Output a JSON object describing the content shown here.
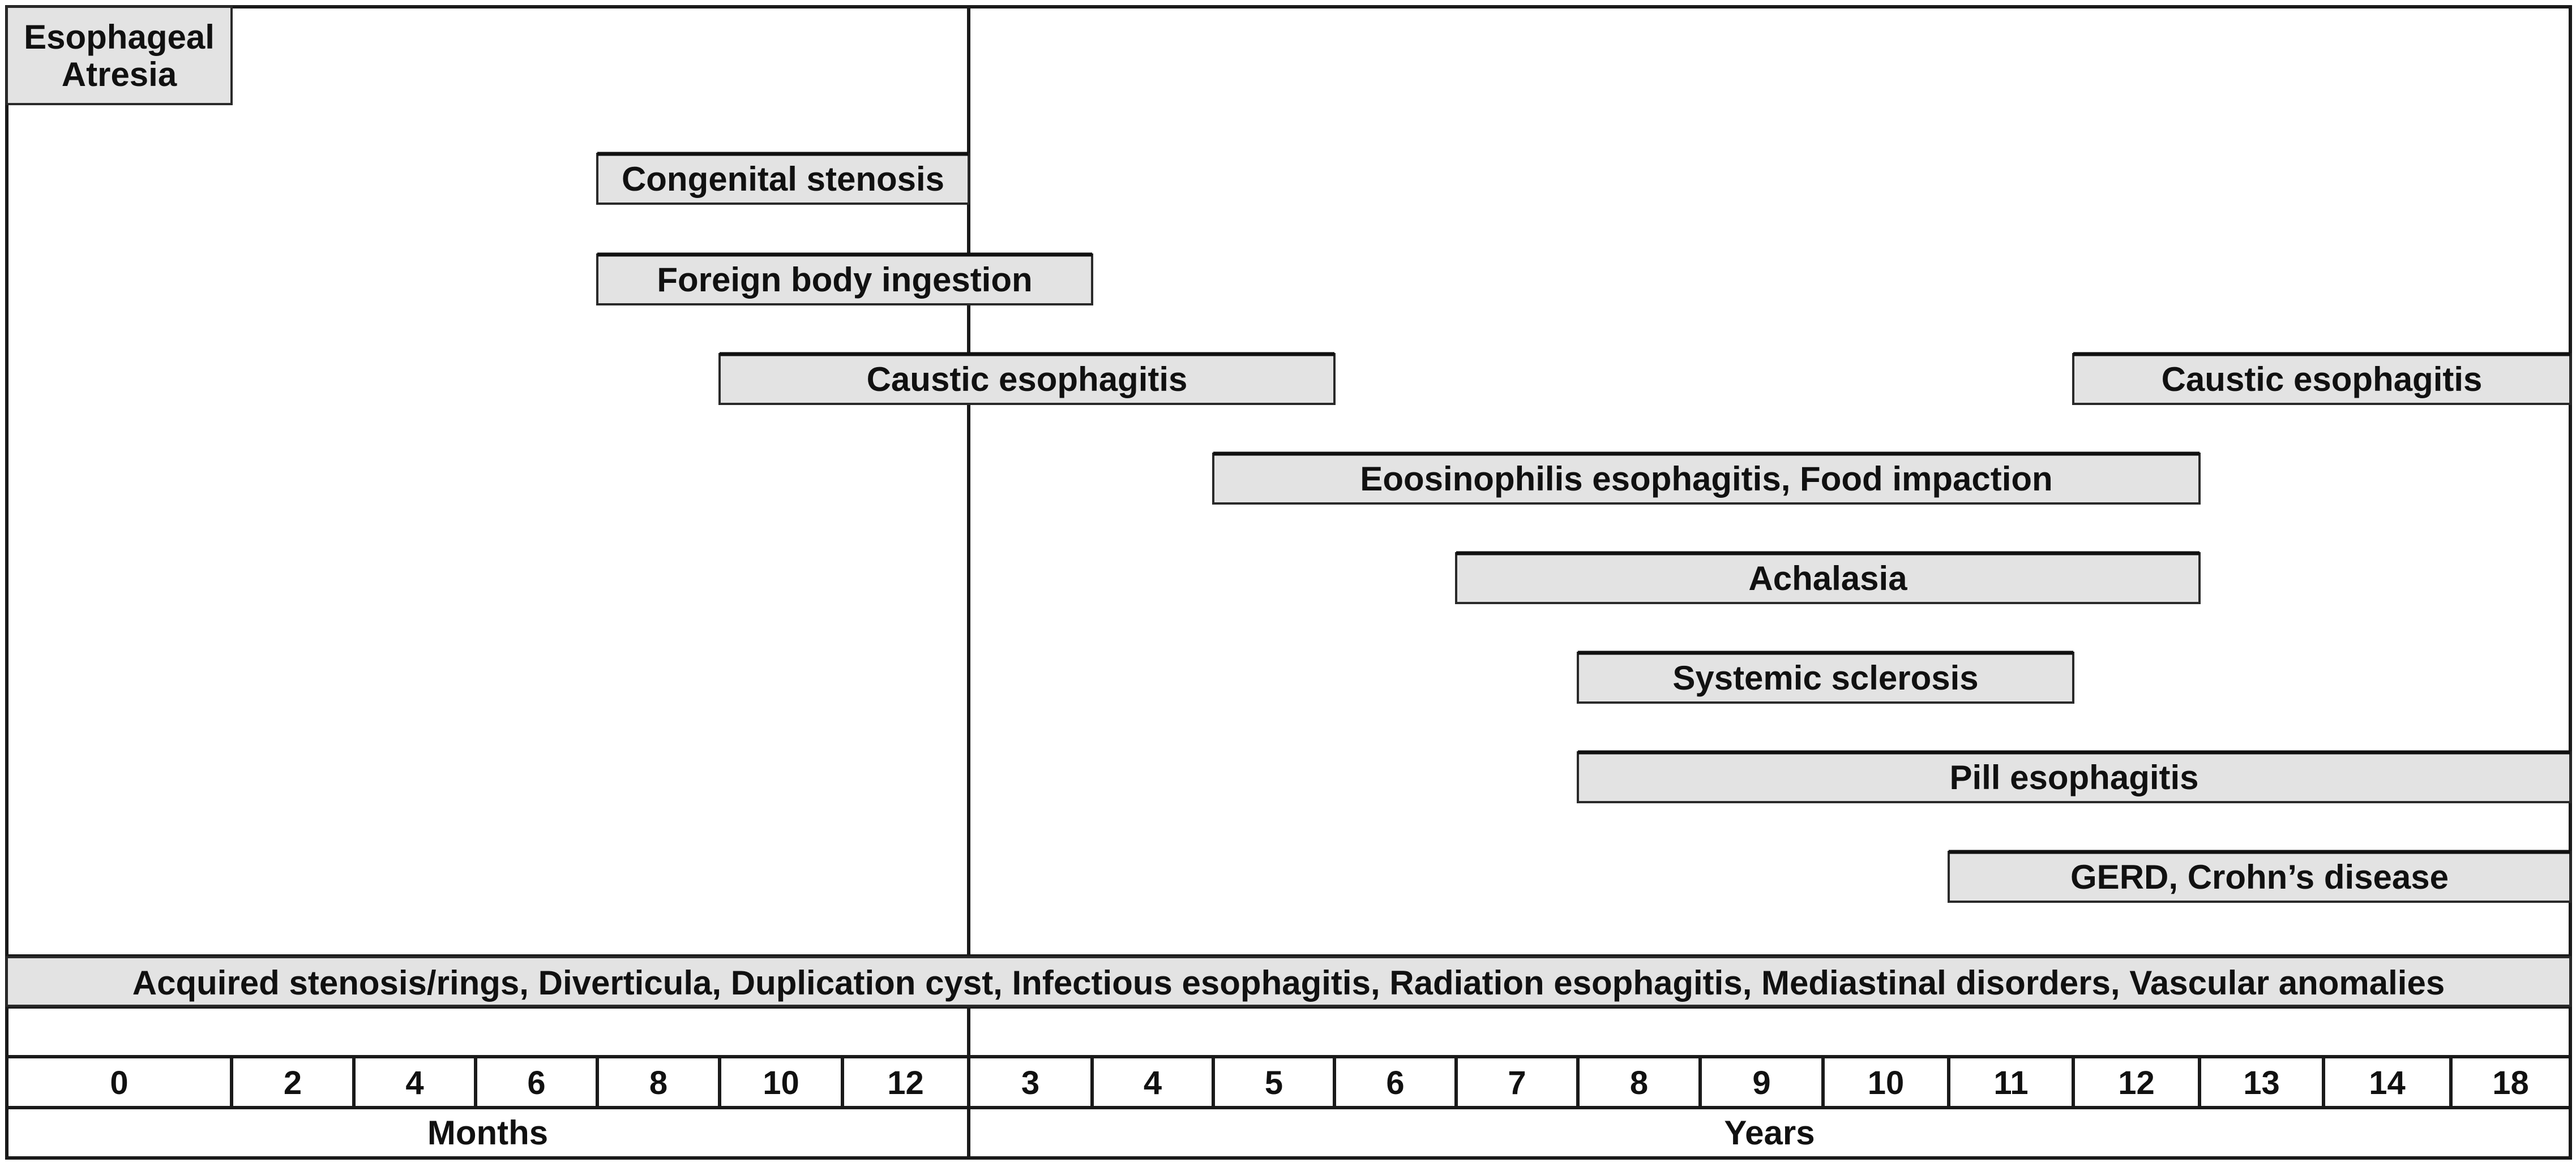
{
  "bars": [
    {
      "label_lines": [
        "Esophageal",
        "Atresia"
      ],
      "col_start": 0,
      "col_end": 1,
      "row": 0
    },
    {
      "label_lines": [
        "Congenital stenosis"
      ],
      "col_start": 4,
      "col_end": 8,
      "row": 1
    },
    {
      "label_lines": [
        "Foreign body ingestion"
      ],
      "col_start": 4,
      "col_end": 9,
      "row": 2
    },
    {
      "label_lines": [
        "Caustic esophagitis"
      ],
      "col_start": 5,
      "col_end": 11,
      "row": 3
    },
    {
      "label_lines": [
        "Caustic esophagitis"
      ],
      "col_start": 17,
      "col_end": 21,
      "row": 3
    },
    {
      "label_lines": [
        "Eoosinophilis esophagitis, Food impaction"
      ],
      "col_start": 10,
      "col_end": 18,
      "row": 4
    },
    {
      "label_lines": [
        "Achalasia"
      ],
      "col_start": 12,
      "col_end": 18,
      "row": 5
    },
    {
      "label_lines": [
        "Systemic sclerosis"
      ],
      "col_start": 13,
      "col_end": 17,
      "row": 6
    },
    {
      "label_lines": [
        "Pill esophagitis"
      ],
      "col_start": 13,
      "col_end": 21,
      "row": 7
    },
    {
      "label_lines": [
        "GERD, Crohn’s disease"
      ],
      "col_start": 16,
      "col_end": 21,
      "row": 8
    }
  ],
  "baseline_bar": {
    "label": "Acquired stenosis/rings, Diverticula, Duplication cyst, Infectious esophagitis, Radiation esophagitis, Mediastinal disorders, Vascular anomalies"
  },
  "ticks": [
    "0",
    "2",
    "4",
    "6",
    "8",
    "10",
    "12",
    "3",
    "4",
    "5",
    "6",
    "7",
    "8",
    "9",
    "10",
    "11",
    "12",
    "13",
    "14",
    "18"
  ],
  "units": [
    {
      "label": "Months",
      "col_start": 0,
      "col_end": 8
    },
    {
      "label": "Years",
      "col_start": 8,
      "col_end": 21
    }
  ],
  "colors": {
    "bar_fill": "#e3e3e3",
    "outline": "#1a1a1a"
  }
}
